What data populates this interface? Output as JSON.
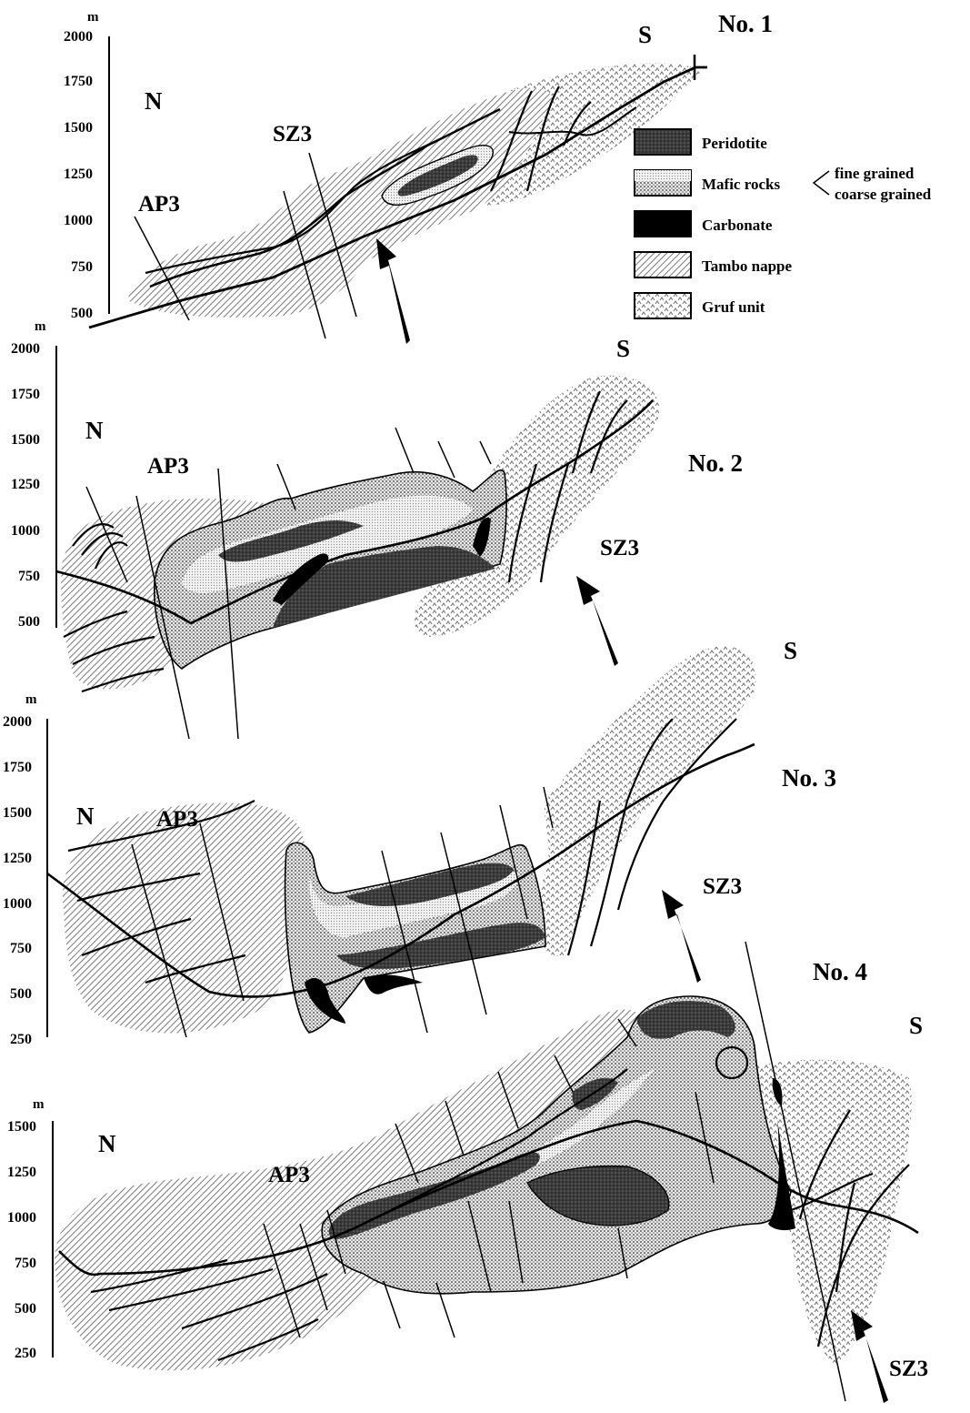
{
  "legend": {
    "items": [
      {
        "key": "peridotite",
        "label": "Peridotite"
      },
      {
        "key": "mafic",
        "label": "Mafic rocks"
      },
      {
        "key": "carbonate",
        "label": "Carbonate"
      },
      {
        "key": "tambo",
        "label": "Tambo nappe"
      },
      {
        "key": "gruf",
        "label": "Gruf unit"
      }
    ],
    "mafic_note_1": "fine grained",
    "mafic_note_2": "coarse grained"
  },
  "sections": [
    {
      "id": "No. 1",
      "unit": "m",
      "ticks": [
        "2000",
        "1750",
        "1500",
        "1250",
        "1000",
        "750",
        "500"
      ],
      "north": "N",
      "south": "S",
      "ap": "AP3",
      "sz": "SZ3"
    },
    {
      "id": "No. 2",
      "unit": "m",
      "ticks": [
        "2000",
        "1750",
        "1500",
        "1250",
        "1000",
        "750",
        "500"
      ],
      "north": "N",
      "south": "S",
      "ap": "AP3",
      "sz": "SZ3"
    },
    {
      "id": "No. 3",
      "unit": "m",
      "ticks": [
        "2000",
        "1750",
        "1500",
        "1250",
        "1000",
        "750",
        "500",
        "250"
      ],
      "north": "N",
      "south": "S",
      "ap": "AP3",
      "sz": "SZ3"
    },
    {
      "id": "No. 4",
      "unit": "m",
      "ticks": [
        "1500",
        "1250",
        "1000",
        "750",
        "500",
        "250"
      ],
      "north": "N",
      "south": "S",
      "ap": "AP3",
      "sz": "SZ3"
    }
  ]
}
